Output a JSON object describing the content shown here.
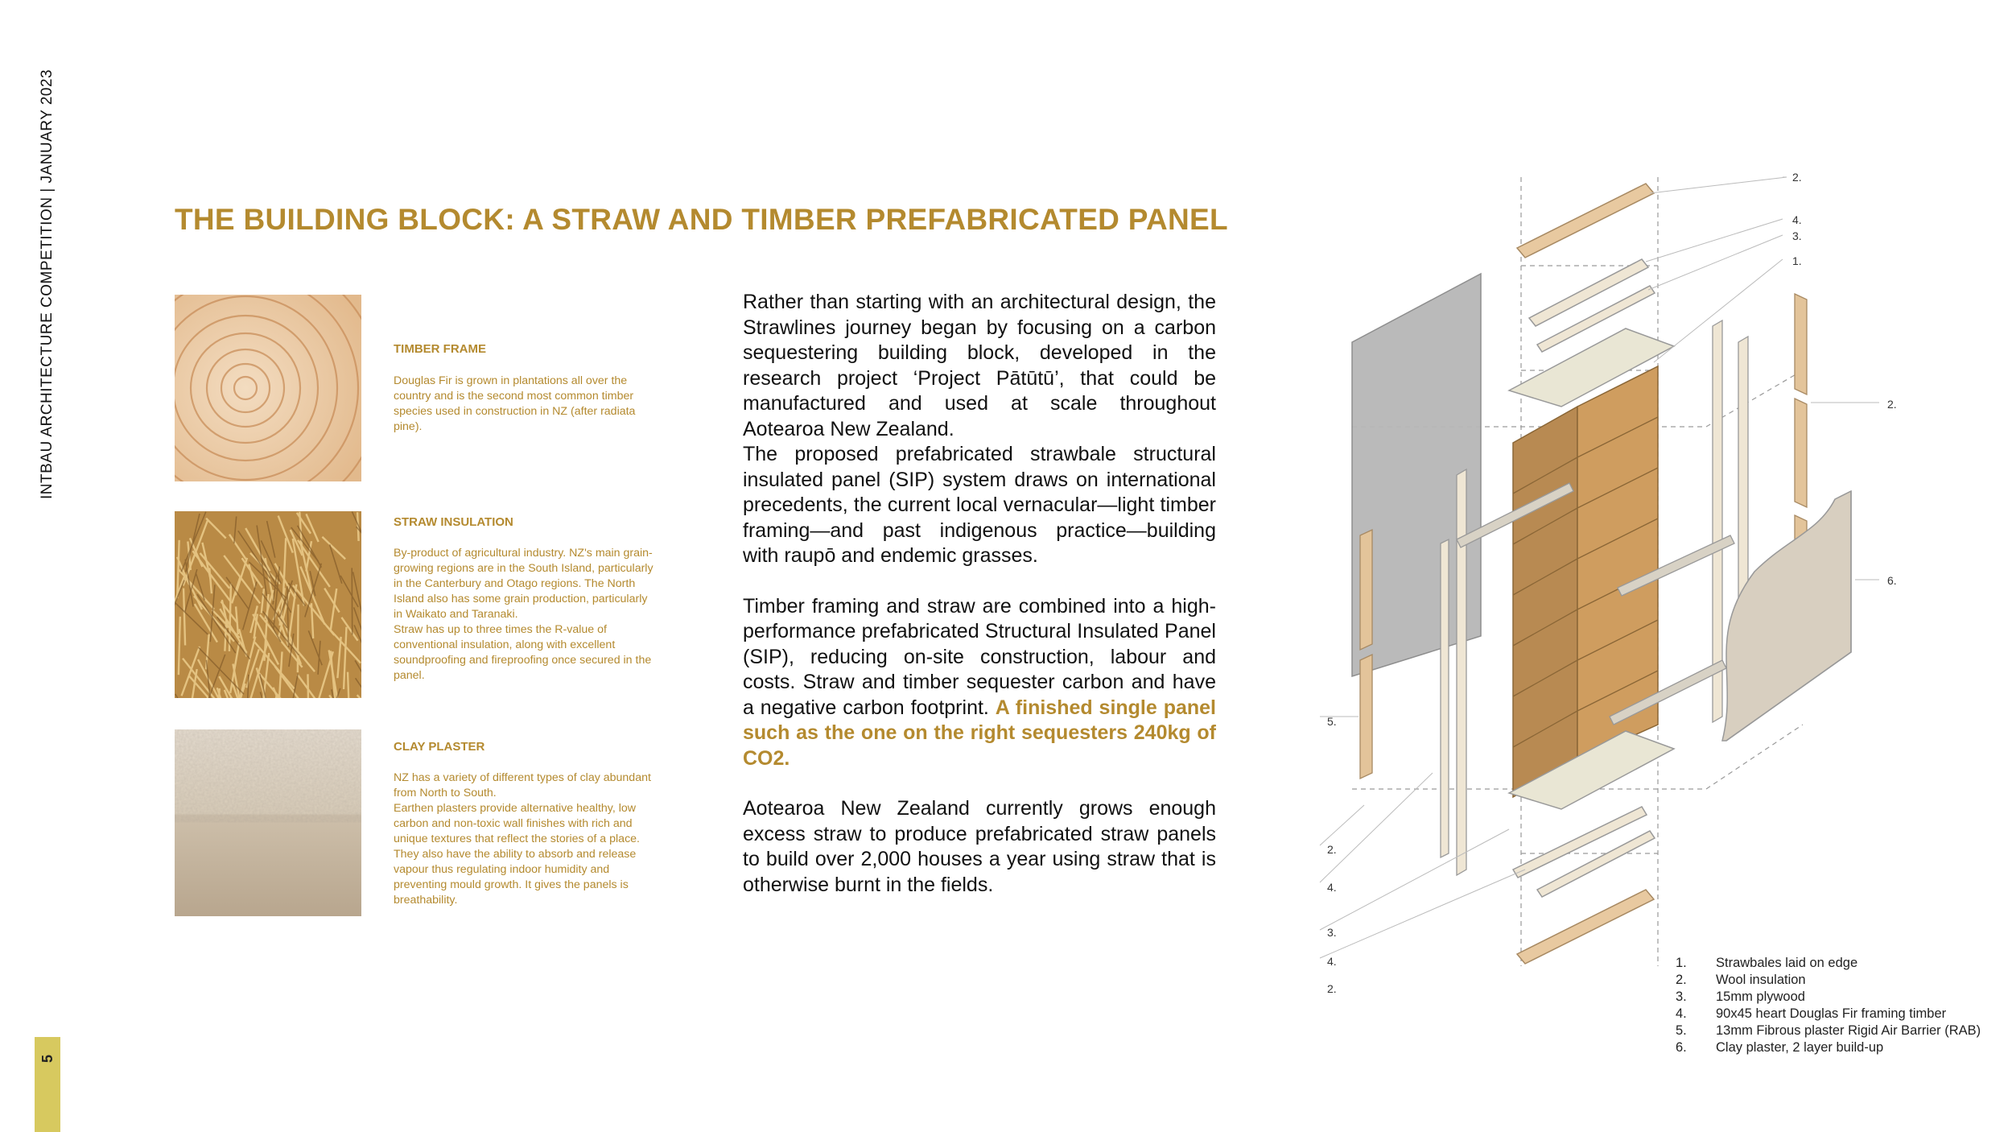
{
  "side_label": "INTBAU ARCHITECTURE COMPETITION  |  JANUARY 2023",
  "page_number": "5",
  "title": "THE BUILDING BLOCK: A STRAW AND TIMBER PREFABRICATED PANEL",
  "materials": [
    {
      "heading": "TIMBER FRAME",
      "text": "Douglas Fir is grown in plantations all over the country and is the second most common timber species used in construction in NZ (after radiata pine)."
    },
    {
      "heading": "STRAW INSULATION",
      "text": "By-product of agricultural industry. NZ's main grain-growing regions are in the South Island, particularly in the Canterbury and Otago regions. The North Island also has some grain production, particularly in Waikato and Taranaki.\nStraw has up to three times the R-value of conventional insulation, along with excellent soundproofing and fireproofing once secured in the panel."
    },
    {
      "heading": "CLAY PLASTER",
      "text": "NZ has a variety of different types of clay abundant from North to South.\nEarthen plasters provide alternative healthy, low carbon and non-toxic wall finishes with rich and unique textures that reflect the stories of a place. They also have the ability to absorb and release vapour thus regulating indoor humidity and preventing mould growth. It gives the panels is breathability."
    }
  ],
  "body": {
    "p1": "Rather than starting with an architectural design, the Strawlines journey began by focusing on a carbon sequestering building block, developed in the research project ‘Project Pātūtū’, that could be manufactured and used at scale throughout Aotearoa New Zealand.",
    "p2": "The proposed prefabricated strawbale structural insulated panel (SIP) system draws on international precedents, the current local vernacular—light timber framing—and past indigenous practice—building with raupō and endemic grasses.",
    "p3_plain": "Timber framing and straw are combined into a high-performance prefabricated Structural Insulated Panel (SIP), reducing on-site construction, labour and costs. Straw and timber sequester carbon and have a negative carbon footprint. ",
    "p3_highlight": "A finished single panel such as the one on the right sequesters 240kg of CO2.",
    "p4": "Aotearoa New Zealand currently grows enough excess straw to produce prefabricated straw panels to build over 2,000 houses a year using straw that is otherwise burnt in the fields."
  },
  "callouts": {
    "top_2": "2.",
    "top_4": "4.",
    "top_3": "3.",
    "top_1": "1.",
    "right_2": "2.",
    "right_6": "6.",
    "left_5": "5.",
    "left_2": "2.",
    "left_4": "4.",
    "bottom_3": "3.",
    "bottom_4": "4.",
    "bottom_2": "2."
  },
  "legend": [
    {
      "num": "1.",
      "label": "Strawbales laid on edge"
    },
    {
      "num": "2.",
      "label": "Wool insulation"
    },
    {
      "num": "3.",
      "label": "15mm plywood"
    },
    {
      "num": "4.",
      "label": "90x45 heart Douglas Fir framing timber"
    },
    {
      "num": "5.",
      "label": "13mm Fibrous plaster Rigid Air Barrier (RAB)"
    },
    {
      "num": "6.",
      "label": "Clay plaster, 2 layer build-up"
    }
  ],
  "colors": {
    "accent": "#b48a2f",
    "page_bar": "#d7c95f",
    "timber": "#e8c9a0",
    "straw": "#c99a55",
    "clay": "#d8cfc0"
  }
}
